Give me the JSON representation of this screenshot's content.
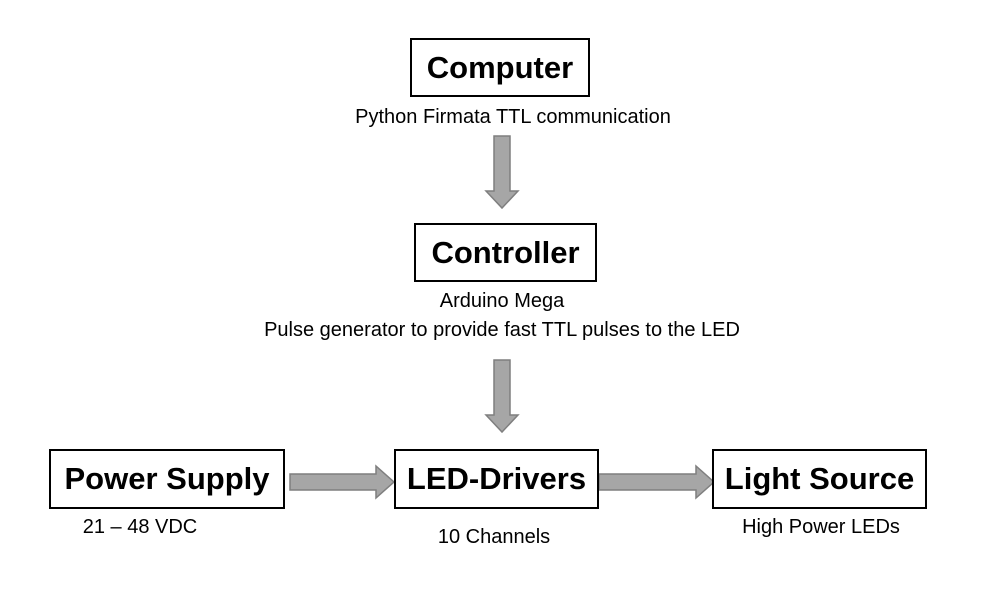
{
  "nodes": {
    "computer": {
      "label": "Computer",
      "note": "Python Firmata TTL communication"
    },
    "controller": {
      "label": "Controller",
      "note_line1": "Arduino Mega",
      "note_line2": "Pulse generator to provide fast TTL pulses to the LED"
    },
    "power_supply": {
      "label": "Power Supply",
      "note": "21 – 48 VDC"
    },
    "led_drivers": {
      "label": "LED-Drivers",
      "note": "10 Channels"
    },
    "light_source": {
      "label": "Light Source",
      "note": "High Power LEDs"
    }
  },
  "edges": [
    {
      "from": "computer",
      "to": "controller"
    },
    {
      "from": "controller",
      "to": "led_drivers"
    },
    {
      "from": "power_supply",
      "to": "led_drivers"
    },
    {
      "from": "led_drivers",
      "to": "light_source"
    }
  ],
  "colors": {
    "arrow_fill": "#a6a6a6",
    "arrow_stroke": "#7f7f7f",
    "box_border": "#000000"
  }
}
